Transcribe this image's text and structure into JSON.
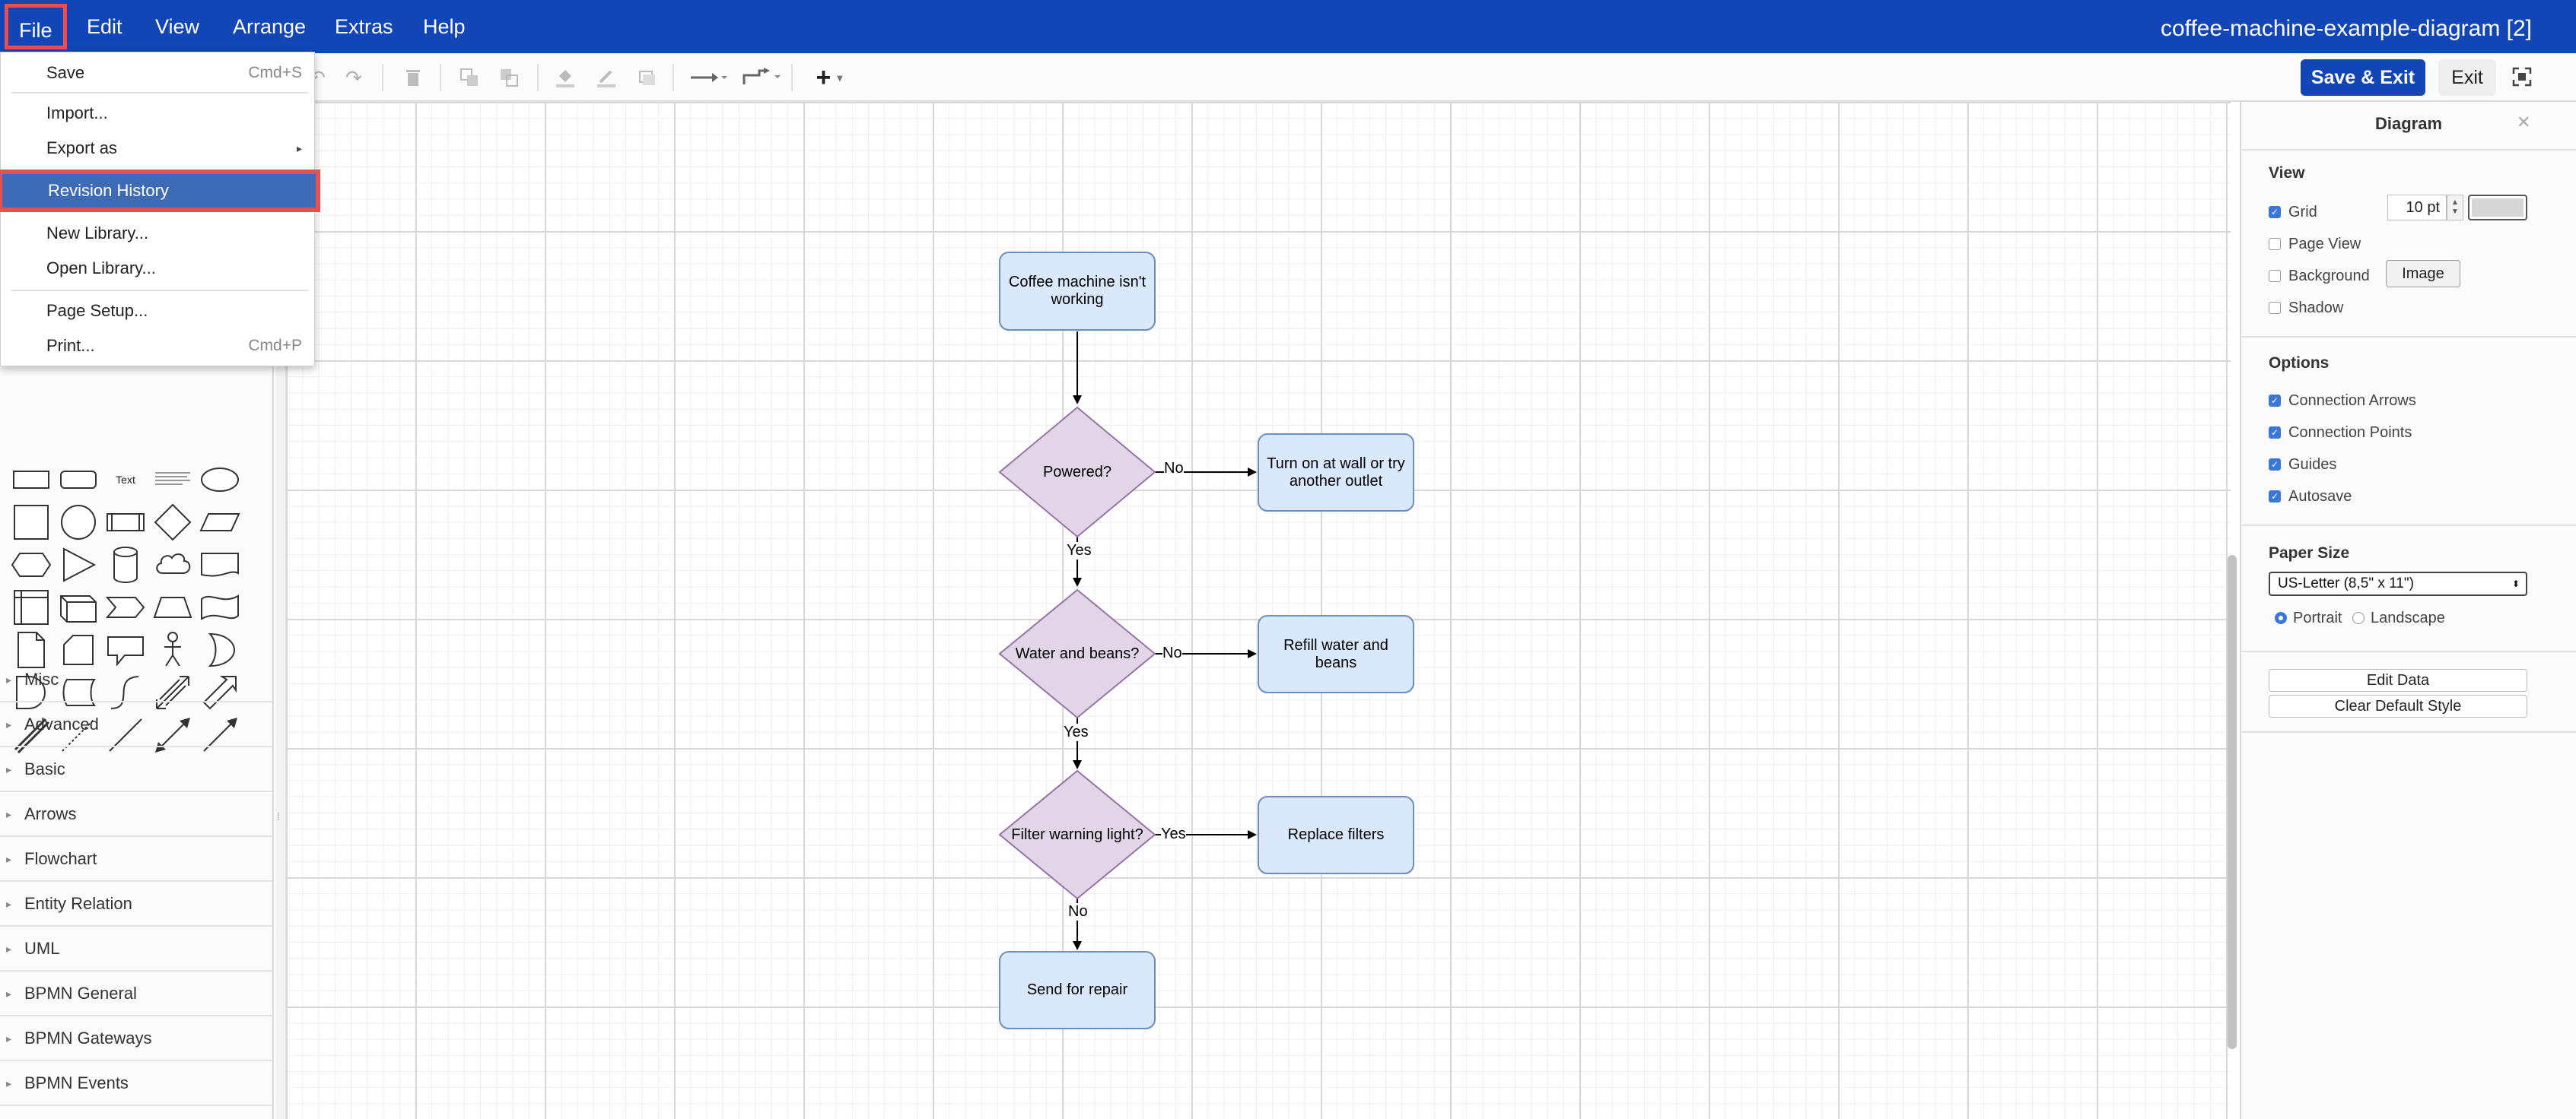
{
  "menubar": {
    "items": [
      "File",
      "Edit",
      "View",
      "Arrange",
      "Extras",
      "Help"
    ],
    "title": "coffee-machine-example-diagram [2]"
  },
  "toolbar": {
    "save_exit_label": "Save & Exit",
    "exit_label": "Exit"
  },
  "file_menu": {
    "items": [
      {
        "label": "Save",
        "shortcut": "Cmd+S"
      },
      {
        "label": "Import..."
      },
      {
        "label": "Export as"
      },
      {
        "label": "Revision History"
      },
      {
        "label": "New Library..."
      },
      {
        "label": "Open Library..."
      },
      {
        "label": "Page Setup..."
      },
      {
        "label": "Print...",
        "shortcut": "Cmd+P"
      }
    ]
  },
  "sidebar": {
    "text_shape_label": "Text",
    "categories": [
      "Misc",
      "Advanced",
      "Basic",
      "Arrows",
      "Flowchart",
      "Entity Relation",
      "UML",
      "BPMN General",
      "BPMN Gateways",
      "BPMN Events"
    ]
  },
  "diagram": {
    "nodes": {
      "start": "Coffee machine isn't working",
      "powered": "Powered?",
      "outlet": "Turn on at wall or try another outlet",
      "water": "Water and beans?",
      "refill": "Refill water and beans",
      "filter": "Filter warning light?",
      "replace": "Replace filters",
      "repair": "Send for repair"
    },
    "edge_labels": {
      "powered_no": "No",
      "powered_yes": "Yes",
      "water_no": "No",
      "water_yes": "Yes",
      "filter_yes": "Yes",
      "filter_no": "No"
    },
    "colors": {
      "process_fill": "#dae8fc",
      "process_stroke": "#6c8ebf",
      "decision_fill": "#e1d5e7",
      "decision_stroke": "#9673a6"
    }
  },
  "format_panel": {
    "title": "Diagram",
    "view_heading": "View",
    "grid_label": "Grid",
    "grid_size": "10 pt",
    "page_view_label": "Page View",
    "background_label": "Background",
    "image_button": "Image",
    "shadow_label": "Shadow",
    "options_heading": "Options",
    "connection_arrows": "Connection Arrows",
    "connection_points": "Connection Points",
    "guides": "Guides",
    "autosave": "Autosave",
    "paper_size_heading": "Paper Size",
    "paper_size_value": "US-Letter (8,5\" x 11\")",
    "portrait": "Portrait",
    "landscape": "Landscape",
    "edit_data": "Edit Data",
    "clear_default_style": "Clear Default Style"
  }
}
